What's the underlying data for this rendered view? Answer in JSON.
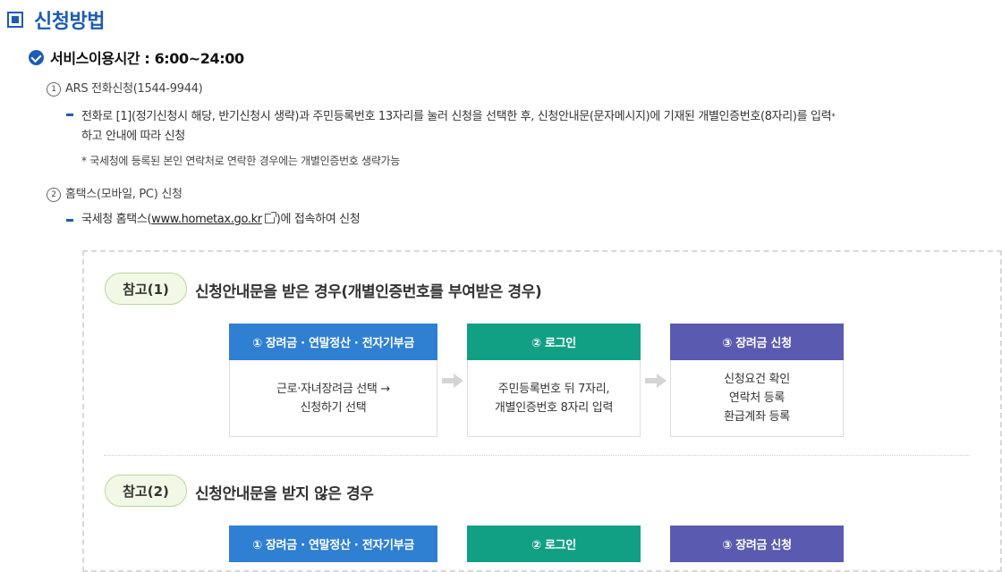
{
  "section_title": "신청방법",
  "service_hours": "서비스이용시간 : 6:00~24:00",
  "items": [
    {
      "num": "1",
      "title": "ARS 전화신청(1544-9944)",
      "desc_line1": "전화로 [1](정기신청시 해당, 반기신청시 생략)과 주민등록번호 13자리를 눌러 신청을 선택한 후, 신청안내문(문자메시지)에 기재된 개별인증번호(8자리)를 입력",
      "desc_sup": "*",
      "desc_line2": "하고 안내에 따라 신청",
      "note": "* 국세청에 등록된 본인 연락처로 연락한 경우에는 개별인증번호 생략가능"
    },
    {
      "num": "2",
      "title": "홈택스(모바일, PC) 신청",
      "desc_pre": "국세청 홈택스(",
      "link": "www.hometax.go.kr",
      "desc_post": ")에 접속하여 신청"
    }
  ],
  "references": [
    {
      "badge": "참고(1)",
      "title": "신청안내문을 받은 경우(개별인증번호를 부여받은 경우)",
      "steps": [
        {
          "head": "① 장려금 · 연말정산 · 전자기부금",
          "body": [
            "근로·자녀장려금 선택 →",
            "신청하기 선택"
          ]
        },
        {
          "head": "② 로그인",
          "body": [
            "주민등록번호 뒤 7자리,",
            "개별인증번호 8자리 입력"
          ]
        },
        {
          "head": "③ 장려금 신청",
          "body": [
            "신청요건 확인",
            "연락처 등록",
            "환급계좌 등록"
          ]
        }
      ]
    },
    {
      "badge": "참고(2)",
      "title": "신청안내문을 받지 않은 경우",
      "steps": [
        {
          "head": "① 장려금 · 연말정산 · 전자기부금"
        },
        {
          "head": "② 로그인"
        },
        {
          "head": "③ 장려금 신청"
        }
      ]
    }
  ],
  "colors": {
    "primary": "#1d5cb4",
    "step1": "#2f7fd3",
    "step2": "#12a085",
    "step3": "#5a5bb0",
    "badge_bg": "#f2f8e6",
    "badge_border": "#b8d79a"
  },
  "icons": [
    "square-bullet-icon",
    "check-circle-icon",
    "dash-bullet-icon",
    "external-link-icon",
    "arrow-right-icon"
  ]
}
